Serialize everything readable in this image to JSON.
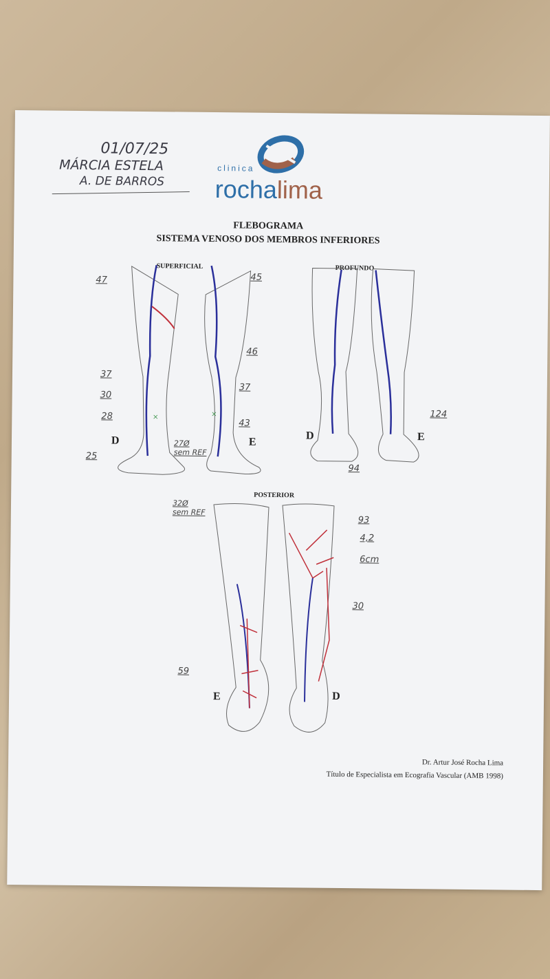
{
  "handwritten_header": {
    "date": "01/07/25",
    "patient_line1": "MÁRCIA ESTELA",
    "patient_line2": "A. DE BARROS"
  },
  "logo": {
    "prefix": "clinica",
    "brand_part1": "rocha",
    "brand_part2": "lima",
    "colors": {
      "blue": "#2e6fa8",
      "brown": "#a0624a"
    }
  },
  "document": {
    "title": "FLEBOGRAMA",
    "subtitle": "SISTEMA VENOSO DOS MEMBROS INFERIORES"
  },
  "sections": {
    "superficial": {
      "label": "SUPERFICIAL",
      "right_side": "D",
      "left_side": "E",
      "right_notes": [
        "47",
        "37",
        "30",
        "28",
        "25"
      ],
      "right_marker_note": "27Ø sem REF",
      "left_notes": [
        "45",
        "46",
        "37",
        "43"
      ],
      "left_marker_note": "32Ø sem REF"
    },
    "profundo": {
      "label": "PROFUNDO",
      "right_side": "D",
      "left_side": "E",
      "notes": [
        "94",
        "124"
      ]
    },
    "posterior": {
      "label": "POSTERIOR",
      "left_side": "E",
      "right_side": "D",
      "left_notes": [
        "59"
      ],
      "right_notes": [
        "93",
        "4,2",
        "6cm",
        "30"
      ]
    }
  },
  "signature": {
    "name": "Dr. Artur José Rocha Lima",
    "credential": "Título de Especialista em Ecografia Vascular (AMB 1998)"
  },
  "colors": {
    "vein_blue": "#2a2f9a",
    "vein_red": "#c0303a",
    "marker_green": "#2a8a3a"
  }
}
